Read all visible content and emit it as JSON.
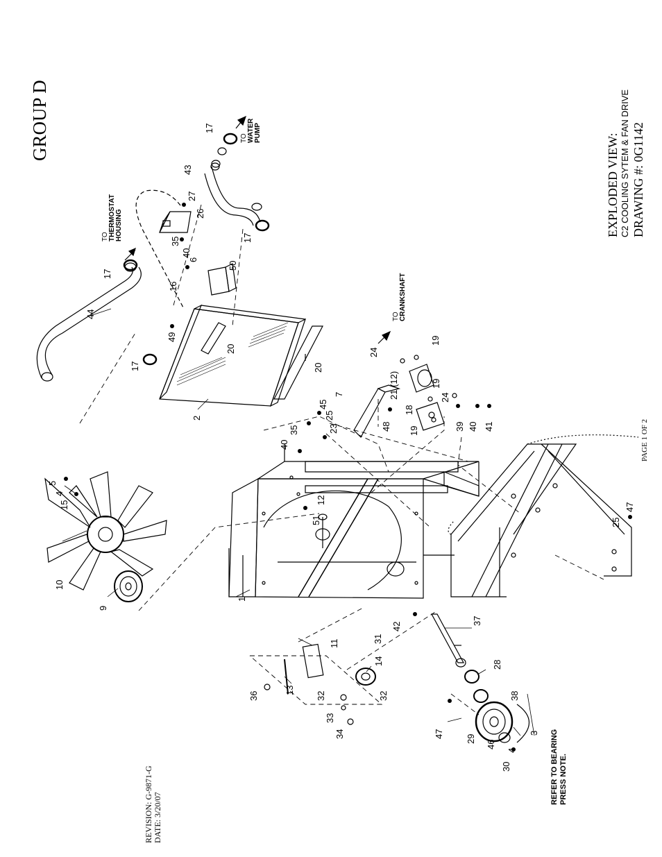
{
  "header": {
    "group": "GROUP D"
  },
  "title_block": {
    "line1": "EXPLODED VIEW:",
    "line2": "C2 COOLING SYTEM & FAN DRIVE",
    "line3": "DRAWING #: 0G1142"
  },
  "page_label": "PAGE 1 OF 2",
  "revision": {
    "revision": "REVISION: G-9871-G",
    "date": "DATE:  3/20/07"
  },
  "notes": {
    "to_thermostat_1": "TO",
    "to_thermostat_2": "THERMOSTAT",
    "to_thermostat_3": "HOUSING",
    "to_water_1": "TO",
    "to_water_2": "WATER",
    "to_water_3": "PUMP",
    "to_crank_1": "TO",
    "to_crank_2": "CRANKSHAFT",
    "bearing_1": "REFER TO BEARING",
    "bearing_2": "PRESS NOTE."
  },
  "callouts": [
    "1",
    "2",
    "3",
    "4",
    "5",
    "6",
    "7",
    "9",
    "10",
    "11",
    "12",
    "13",
    "14",
    "15",
    "16",
    "17",
    "18",
    "19",
    "20",
    "21 (12)",
    "23",
    "24",
    "25",
    "26",
    "27",
    "28",
    "29",
    "30",
    "31",
    "32",
    "33",
    "34",
    "35",
    "36",
    "37",
    "38",
    "39",
    "40",
    "41",
    "42",
    "43",
    "44",
    "45",
    "46",
    "47",
    "48",
    "49",
    "50",
    "51"
  ]
}
